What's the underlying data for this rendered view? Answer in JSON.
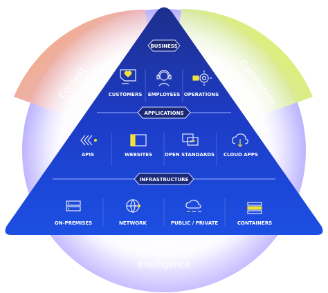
{
  "ring": {
    "left_label": "Context",
    "right_label": "Correlation",
    "bottom_label": "Intelligence"
  },
  "layers": [
    {
      "label": "BUSINESS",
      "items": [
        {
          "label": "CUSTOMERS",
          "icon": "customer-heart-icon"
        },
        {
          "label": "EMPLOYEES",
          "icon": "employee-headset-icon"
        },
        {
          "label": "OPERATIONS",
          "icon": "operations-gear-icon"
        }
      ]
    },
    {
      "label": "APPLICATIONS",
      "items": [
        {
          "label": "APIS",
          "icon": "api-chevrons-icon"
        },
        {
          "label": "WEBSITES",
          "icon": "website-window-icon"
        },
        {
          "label": "OPEN STANDARDS",
          "icon": "open-standards-chat-icon"
        },
        {
          "label": "CLOUD APPS",
          "icon": "cloud-download-icon"
        }
      ]
    },
    {
      "label": "INFRASTRUCTURE",
      "items": [
        {
          "label": "ON-PREMISES",
          "icon": "server-rack-icon"
        },
        {
          "label": "NETWORK",
          "icon": "network-globe-icon"
        },
        {
          "label": "PUBLIC / PRIVATE",
          "icon": "cloud-cluster-icon"
        },
        {
          "label": "CONTAINERS",
          "icon": "container-stack-icon"
        }
      ]
    }
  ],
  "colors": {
    "pyramid_top": "#1d2f8c",
    "pyramid_bottom": "#1c4fe3",
    "pill_fill": "#1a2a78",
    "pill_stroke": "#d9dcff",
    "divider": "#9fb0ff",
    "icon_stroke": "#e7ebff",
    "accent_yellow": "#f1e23a",
    "ring_orange": "#f4a35c",
    "ring_lime": "#e6f24a",
    "ring_violet": "#b89aff"
  }
}
